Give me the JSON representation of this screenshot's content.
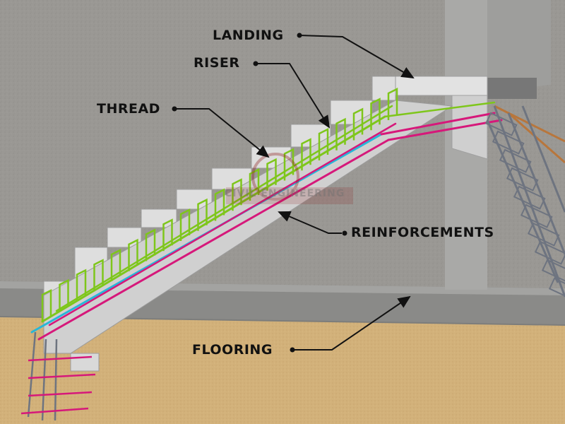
{
  "labels": {
    "landing": "LANDING",
    "riser": "RISER",
    "thread": "THREAD",
    "reinforcements": "REINFORCEMENTS",
    "flooring": "FLOORING"
  },
  "watermark": "CIVIL ENGINEERING",
  "colors": {
    "wall": "#9a9894",
    "concrete": "#dcdcdc",
    "floor": "#d2b17a",
    "slab_band": "#8a8a88",
    "pillar": "#a9a9a7",
    "rebar_green": "#7ec61b",
    "rebar_magenta": "#d6187a",
    "rebar_cyan": "#27b7d8",
    "rebar_grey": "#6e7480",
    "rebar_brown": "#b8763c"
  },
  "icons": [
    "arrow-pointer-icon",
    "bullet-dot-icon",
    "watermark-logo-icon"
  ]
}
